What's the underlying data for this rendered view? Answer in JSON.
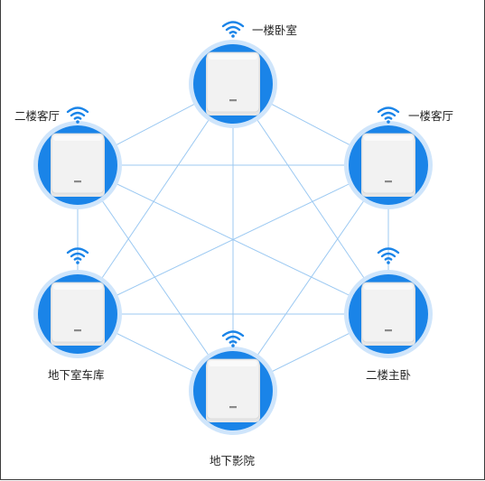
{
  "colors": {
    "accent": "#1a84e8",
    "ring_outer": "#cfe5fb",
    "link": "#9cc9f2",
    "device": "#f2f2f2"
  },
  "nodes": [
    {
      "id": "n1",
      "label": "一楼卧室"
    },
    {
      "id": "n2",
      "label": "一楼客厅"
    },
    {
      "id": "n3",
      "label": "二楼主卧"
    },
    {
      "id": "n4",
      "label": "地下影院"
    },
    {
      "id": "n5",
      "label": "地下室车库"
    },
    {
      "id": "n6",
      "label": "二楼客厅"
    }
  ],
  "links": "full-mesh",
  "icons": {
    "wifi": "wifi-icon",
    "device": "router-device-icon"
  }
}
